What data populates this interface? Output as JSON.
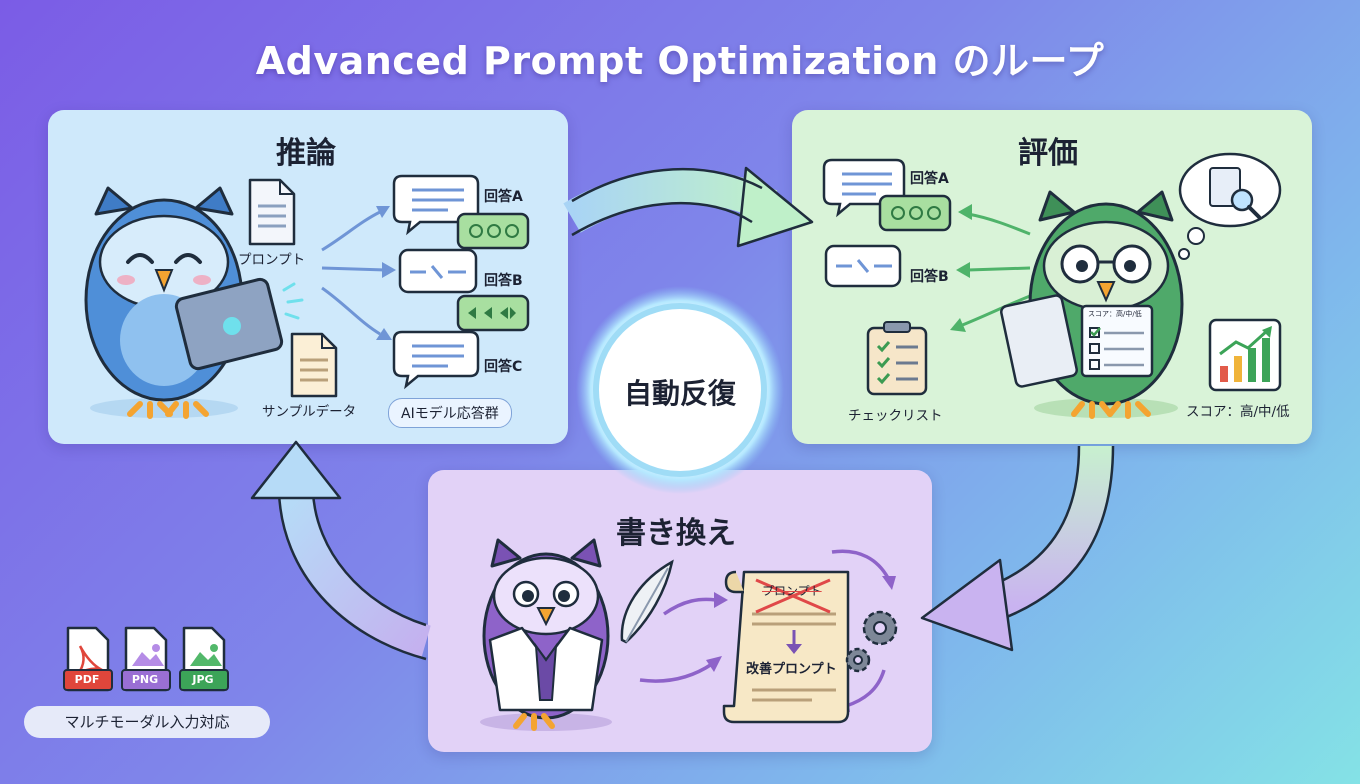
{
  "title": "Advanced Prompt Optimization のループ",
  "center_label": "自動反復",
  "inference": {
    "title": "推論",
    "prompt_label": "プロンプト",
    "sample_label": "サンプルデータ",
    "answers": [
      "回答A",
      "回答B",
      "回答C"
    ],
    "ai_group_label": "AIモデル応答群"
  },
  "evaluation": {
    "title": "評価",
    "answers": [
      "回答A",
      "回答B"
    ],
    "checklist_label": "チェックリスト",
    "score_label": "スコア：高/中/低",
    "sheet_text": "スコア：高/中/低"
  },
  "rewrite": {
    "title": "書き換え",
    "old_prompt": "プロンプト",
    "new_prompt": "改善プロンプト"
  },
  "multimodal": {
    "label": "マルチモーダル入力対応",
    "files": [
      "PDF",
      "PNG",
      "JPG"
    ]
  },
  "colors": {
    "inference_bg": "#cfe9fb",
    "evaluation_bg": "#d9f3d8",
    "rewrite_bg": "#e2d2f7",
    "owl_blue": "#4f8fd8",
    "owl_green": "#4fa96a",
    "owl_purple": "#8e63c9"
  }
}
